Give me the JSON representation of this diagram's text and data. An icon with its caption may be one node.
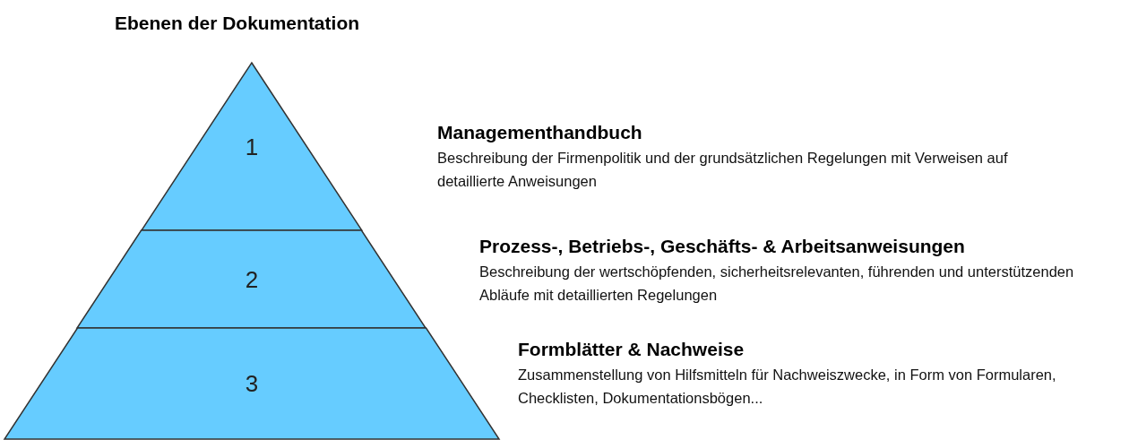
{
  "diagram": {
    "title": "Ebenen der Dokumentation",
    "nodes": [
      {
        "text": [
          "1"
        ],
        "beside": [
          "Managementhandbuch",
          "Beschreibung der Firmenpolitik und der grundsätzlichen Regelungen mit Verweisen auf detaillierte Anweisungen"
        ]
      },
      {
        "text": [
          "2"
        ],
        "beside": [
          "Prozess-, Betriebs-, Geschäfts- & Arbeitsanweisungen",
          "Beschreibung der wertschöpfenden, sicherheitsrelevanten, führenden und unterstützenden Abläufe mit detaillierten Regelungen"
        ]
      },
      {
        "text": [
          "3"
        ],
        "beside": [
          "Formblätter & Nachweise",
          "Zusammenstellung von Hilfsmitteln für Nachweiszwecke, in Form von Formularen, Checklisten, Dokumentationsbögen..."
        ]
      }
    ]
  }
}
